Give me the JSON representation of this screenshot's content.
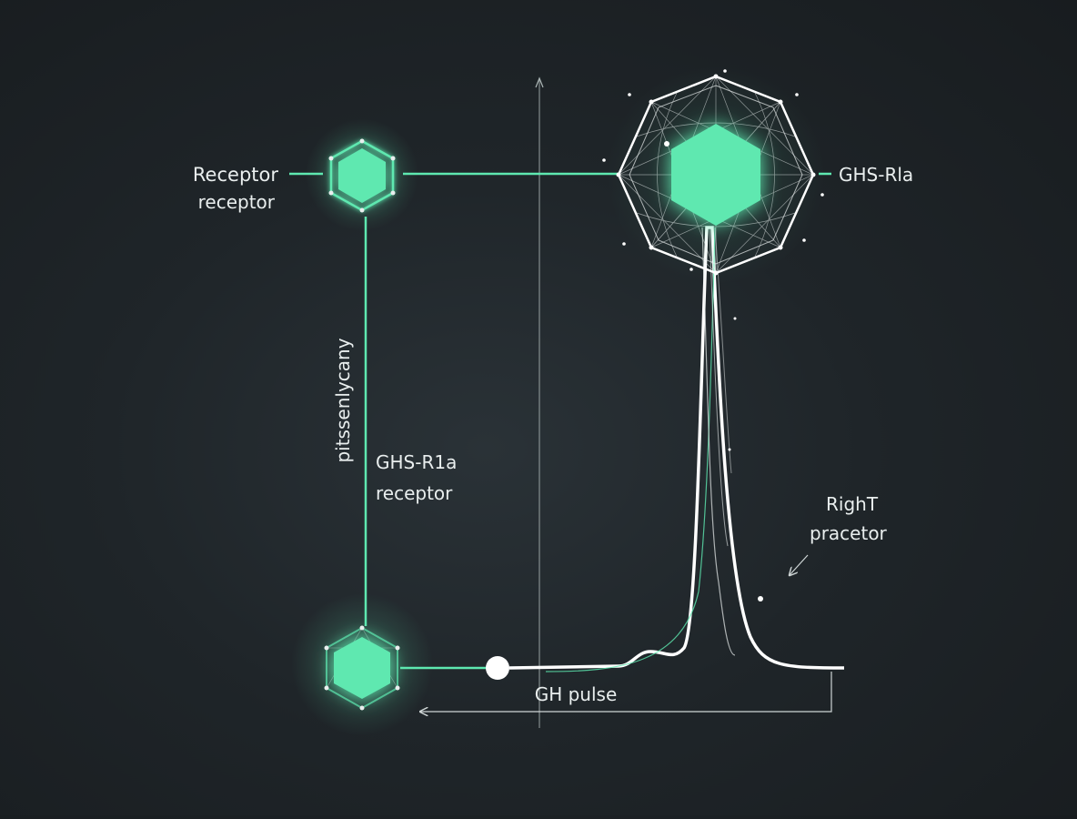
{
  "labels": {
    "top_left_line1": "Receptor",
    "top_left_line2": "receptor",
    "top_right": "GHS-Rla",
    "vertical": "pitssenlycany",
    "mid_line1": "GHS-R1a",
    "mid_line2": "receptor",
    "right_line1": "RighT",
    "right_line2": "pracetor",
    "bottom": "GH pulse"
  },
  "colors": {
    "accent": "#5ee8b0",
    "line": "#e9eeee",
    "background": "#1f2529"
  }
}
